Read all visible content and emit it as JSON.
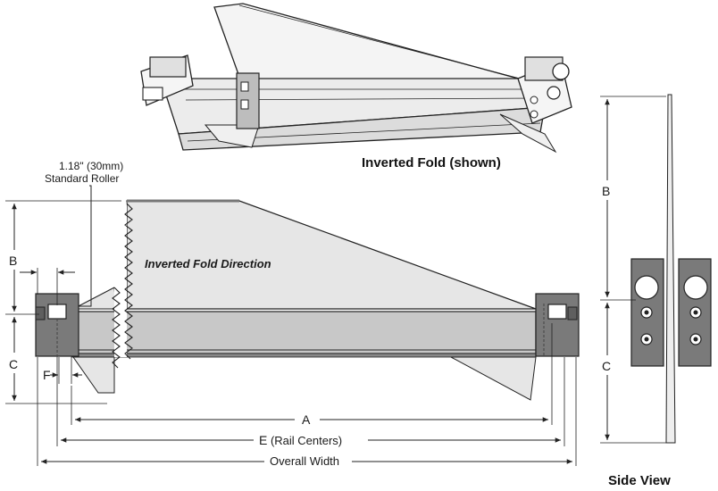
{
  "captions": {
    "top_view": "Inverted Fold (shown)",
    "side_view": "Side View"
  },
  "front_view": {
    "roller_dim": "1.18\" (30mm)",
    "roller_name": "Standard Roller",
    "fold_direction": "Inverted Fold Direction"
  },
  "dimensions": {
    "a": "A",
    "b": "B",
    "c": "C",
    "e": "E",
    "e_note": " (Rail Centers)",
    "f": "F",
    "overall": "Overall Width"
  },
  "colors": {
    "fabric": "#e6e6e6",
    "rail": "#c8c8c8",
    "bracket": "#7a7a7a",
    "line": "#222222"
  }
}
